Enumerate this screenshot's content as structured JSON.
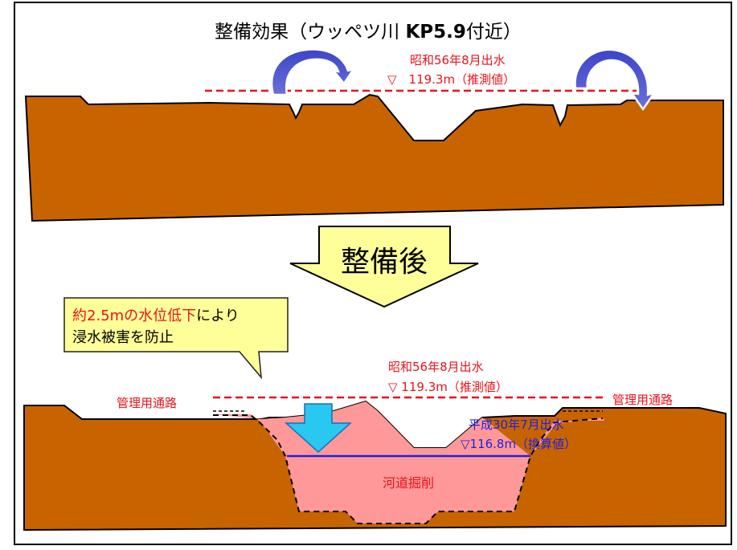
{
  "title": {
    "main": "整備効果（ウッペツ川 ",
    "kp": "KP5.9",
    "tail": "付近）"
  },
  "before": {
    "flood_label": "昭和56年8月出水",
    "flood_level": "▽　119.3m（推測値）"
  },
  "arrow_label": "整備後",
  "callout": {
    "highlight": "約2.5mの水位低下",
    "rest": "により",
    "line2": "浸水被害を防止"
  },
  "after": {
    "flood_label": "昭和56年8月出水",
    "flood_level": "▽ 119.3m（推測値）",
    "road_left": "管理用通路",
    "road_right": "管理用通路",
    "new_flood_label": "平成30年7月出水",
    "new_flood_level": "▽116.8m（換算値）",
    "excavation": "河道掘削"
  },
  "colors": {
    "ground": "#C86400",
    "flood_line": "#E8131B",
    "excavation_fill": "#FF9999",
    "new_water_line": "#1F1FE0",
    "arrow_fill": "#FFFF99",
    "callout_fill": "#FFFF99",
    "down_arrow": "#28C8F0",
    "curl_arrow": "#4A50C8"
  }
}
